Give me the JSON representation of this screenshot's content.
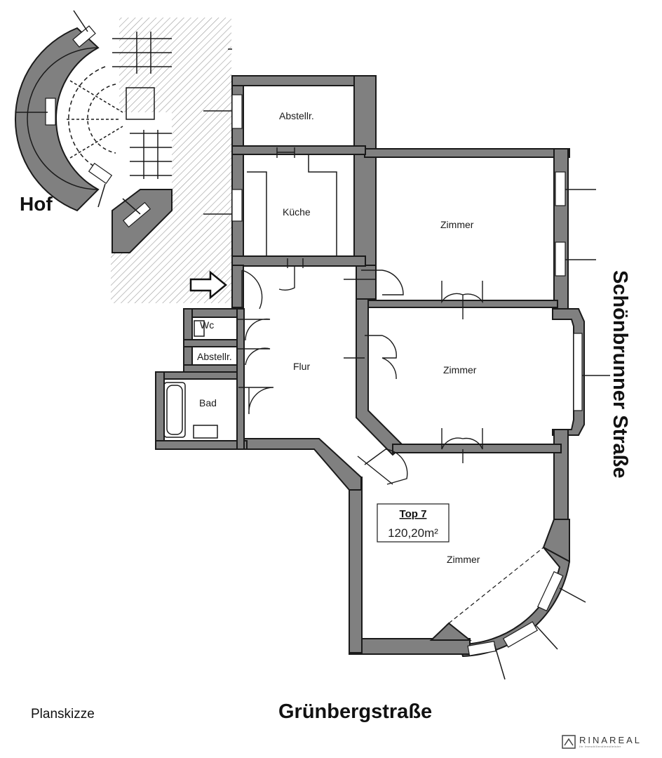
{
  "labels": {
    "hof": "Hof",
    "street_right": "Schönbrunner Straße",
    "street_bottom": "Grünbergstraße",
    "caption": "Planskizze"
  },
  "rooms": {
    "abstell_top": "Abstellr.",
    "kueche": "Küche",
    "zimmer_1": "Zimmer",
    "zimmer_2": "Zimmer",
    "zimmer_3": "Zimmer",
    "wc": "Wc",
    "abstell_small": "Abstellr.",
    "bad": "Bad",
    "flur": "Flur"
  },
  "unit": {
    "name": "Top 7",
    "area": "120,20m²"
  },
  "brand": {
    "name": "RINAREAL",
    "tagline": "Ihr Immobiliendienstleister"
  },
  "colors": {
    "wall": "#808080",
    "line": "#1a1a1a"
  }
}
